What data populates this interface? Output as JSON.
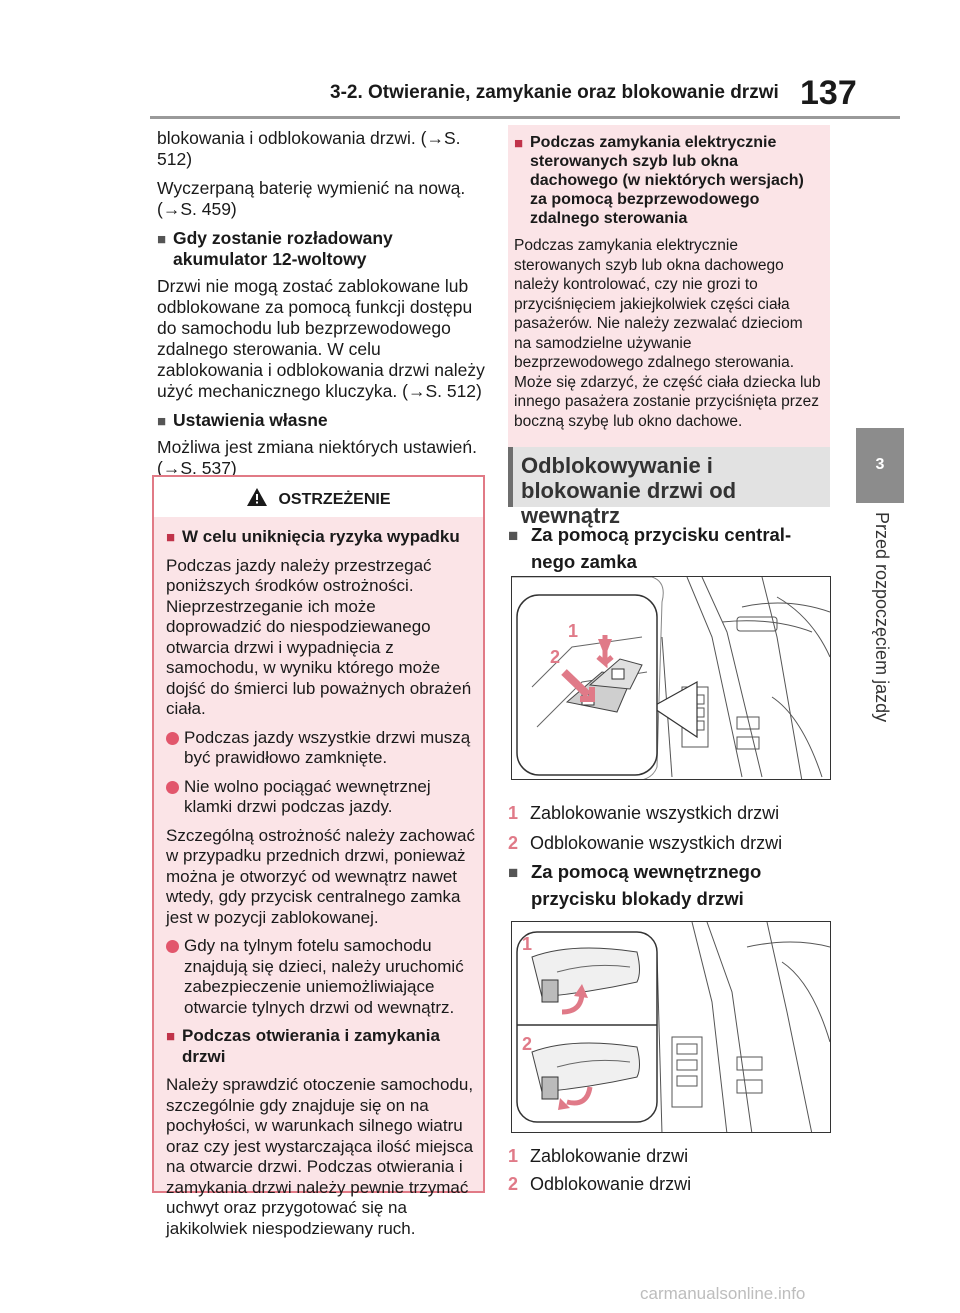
{
  "header": {
    "title": "3-2. Otwieranie, zamykanie oraz blokowanie drzwi",
    "page_number": "137"
  },
  "side_tab": {
    "number": "3",
    "label": "Przed rozpoczęciem jazdy"
  },
  "left": {
    "para1": "blokowania i odblokowania drzwi. (→S. 512)",
    "para2": "Wyczerpaną baterię wymienić na nową. (→S. 459)",
    "head_battery": "Gdy zostanie rozładowany akumulator 12-woltowy",
    "para_battery": "Drzwi nie mogą zostać zablokowane lub odblokowane za pomocą funkcji dostępu do samochodu lub bezprzewodowego zdalnego sterowania. W celu zablokowania i odblokowania drzwi należy użyć mechanicznego kluczyka. (→S. 512)",
    "head_custom": "Ustawienia własne",
    "para_custom": "Możliwa jest zmiana niektórych ustawień. (→S. 537)"
  },
  "warning": {
    "title": "OSTRZEŻENIE",
    "head1": "W celu uniknięcia ryzyka wypadku",
    "para1": "Podczas jazdy należy przestrzegać poniższych środków ostrożności. Nieprzestrzeganie ich może doprowadzić do niespodziewanego otwarcia drzwi i wypadnięcia z samochodu, w wyniku którego może dojść do śmierci lub poważnych obrażeń ciała.",
    "bullet1": "Podczas jazdy wszystkie drzwi muszą być prawidłowo zamknięte.",
    "bullet2": "Nie wolno pociągać wewnętrznej klamki drzwi podczas jazdy.",
    "para2": "Szczególną ostrożność należy zachować w przypadku przednich drzwi, ponieważ można je otworzyć od wewnątrz nawet wtedy, gdy przycisk centralnego zamka jest w pozycji zablokowanej.",
    "bullet3": "Gdy na tylnym fotelu samochodu znajdują się dzieci, należy uruchomić zabezpieczenie uniemożliwiające otwarcie tylnych drzwi od wewnątrz.",
    "head2": "Podczas otwierania i zamykania drzwi",
    "para3": "Należy sprawdzić otoczenie samochodu, szczególnie gdy znajduje się on na pochyłości, w warunkach silnego wiatru oraz czy jest wystarczająca ilość miejsca na otwarcie drzwi. Podczas otwierania i zamykania drzwi należy pewnie trzymać uchwyt oraz przygotować się na jakikolwiek niespodziewany ruch."
  },
  "pink_note": {
    "head": "Podczas zamykania elektrycznie sterowanych szyb lub okna dachowego (w niektórych wersjach) za pomocą bezprzewodowego zdalnego sterowania",
    "para": "Podczas zamykania elektrycznie sterowanych szyb lub okna dachowego należy kontrolować, czy nie grozi to przyciśnięciem jakiejkolwiek części ciała pasażerów. Nie należy zezwalać dzieciom na samodzielne używanie bezprzewodowego zdalnego sterowania. Może się zdarzyć, że część ciała dziecka lub innego pasażera zostanie przyciśnięta przez boczną szybę lub okno dachowe."
  },
  "section": {
    "title": "Odblokowywanie i blokowanie drzwi od wewnątrz"
  },
  "central_lock": {
    "head_line1": "Za pomocą przycisku central-",
    "head_line2": "nego zamka",
    "fig_label1": "1",
    "fig_label2": "2",
    "cap1_num": "1",
    "cap1": "Zablokowanie wszystkich drzwi",
    "cap2_num": "2",
    "cap2": "Odblokowanie wszystkich drzwi"
  },
  "inner_lock": {
    "head_line1": "Za pomocą wewnętrznego",
    "head_line2": "przycisku blokady drzwi",
    "fig_label1": "1",
    "fig_label2": "2",
    "cap1_num": "1",
    "cap1": "Zablokowanie drzwi",
    "cap2_num": "2",
    "cap2": "Odblokowanie drzwi"
  },
  "watermark": "carmanualsonline.info",
  "colors": {
    "warning_border": "#e17a86",
    "warning_bg": "#fbe4e7",
    "accent_pink": "#e07a88",
    "section_bg": "#e2e2e2",
    "side_tab_bg": "#8c8c8c"
  }
}
